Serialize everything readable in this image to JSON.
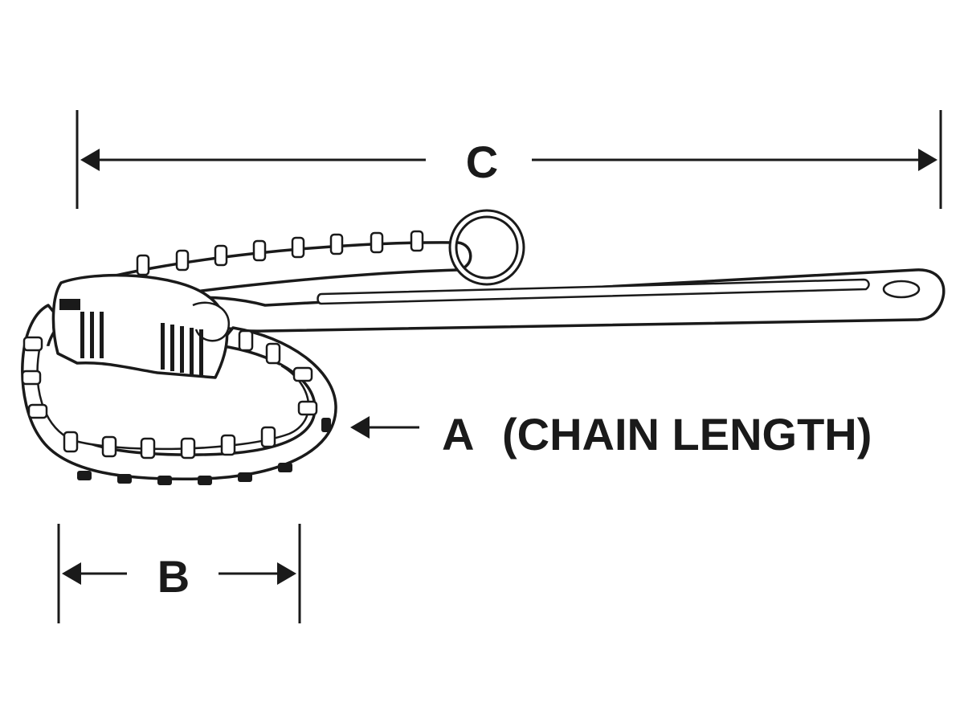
{
  "dimensions": {
    "c_label": "C",
    "b_label": "B",
    "a_label": "A",
    "a_description": "(CHAIN LENGTH)"
  },
  "colors": {
    "ink": "#1a1a1a",
    "background": "#ffffff"
  }
}
